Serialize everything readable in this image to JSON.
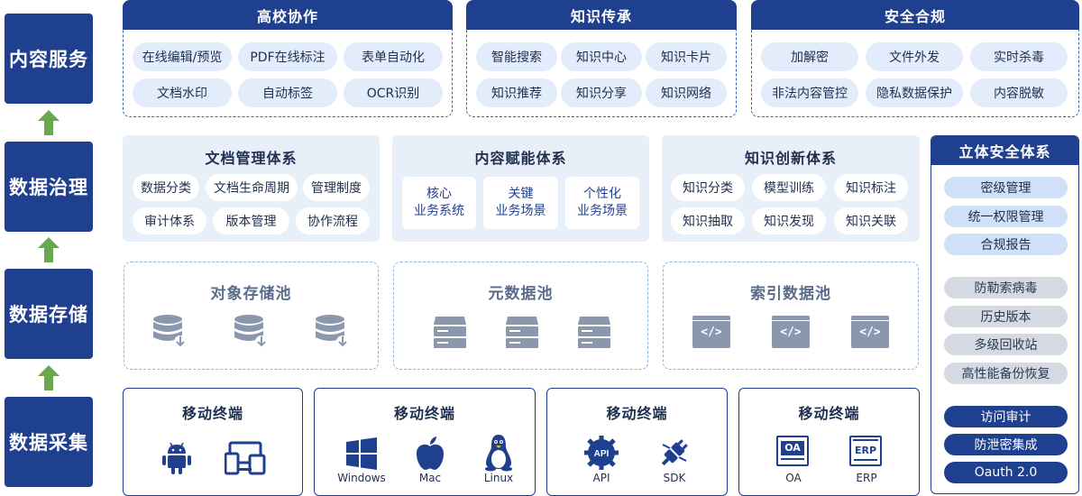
{
  "layers": {
    "content_service": "内容服务",
    "data_governance": "数据治理",
    "data_storage": "数据存储",
    "data_collection": "数据采集"
  },
  "top": {
    "collab": {
      "title": "高校协作",
      "items": [
        "在线编辑/预览",
        "PDF在线标注",
        "表单自动化",
        "文档水印",
        "自动标签",
        "OCR识别"
      ]
    },
    "knowledge": {
      "title": "知识传承",
      "items": [
        "智能搜索",
        "知识中心",
        "知识卡片",
        "知识推荐",
        "知识分享",
        "知识网络"
      ]
    },
    "compliance": {
      "title": "安全合规",
      "items": [
        "加解密",
        "文件外发",
        "实时杀毒",
        "非法内容管控",
        "隐私数据保护",
        "内容脱敏"
      ]
    }
  },
  "middle": {
    "doc_mgmt": {
      "title": "文档管理体系",
      "items": [
        "数据分类",
        "文档生命周期",
        "管理制度",
        "审计体系",
        "版本管理",
        "协作流程"
      ]
    },
    "enable": {
      "title": "内容赋能体系",
      "boxes": [
        [
          "核心",
          "业务系统"
        ],
        [
          "关键",
          "业务场景"
        ],
        [
          "个性化",
          "业务场景"
        ]
      ]
    },
    "innovation": {
      "title": "知识创新体系",
      "items": [
        "知识分类",
        "模型训练",
        "知识标注",
        "知识抽取",
        "知识发现",
        "知识关联"
      ]
    }
  },
  "storage": {
    "object_pool": "对象存储池",
    "metadata_pool": "元数据池",
    "index_pool": "索引数据池"
  },
  "terminals": [
    {
      "title": "移动终端",
      "labels": []
    },
    {
      "title": "移动终端",
      "labels": [
        "Windows",
        "Mac",
        "Linux"
      ]
    },
    {
      "title": "移动终端",
      "labels": [
        "API",
        "SDK"
      ]
    },
    {
      "title": "移动终端",
      "labels": [
        "OA",
        "ERP"
      ]
    }
  ],
  "icon_text": {
    "api": "API",
    "oa": "OA",
    "erp": "ERP",
    "code": "</>"
  },
  "security": {
    "title": "立体安全体系",
    "blue": [
      "密级管理",
      "统一权限管理",
      "合规报告"
    ],
    "gray": [
      "防勒索病毒",
      "历史版本",
      "多级回收站",
      "高性能备份恢复"
    ],
    "dark": [
      "访问审计",
      "防泄密集成",
      "Oauth 2.0"
    ]
  },
  "colors": {
    "primary": "#1f3f8f",
    "pill": "#e2ecfb",
    "panel_bg": "#e7eff9",
    "arrow": "#6aa84f",
    "icon": "#8a97ad",
    "gray_pill": "#d4d9e2"
  },
  "icons": [
    "up-arrow-icon",
    "database-icon",
    "server-icon",
    "code-window-icon",
    "android-icon",
    "devices-icon",
    "windows-icon",
    "apple-icon",
    "linux-icon",
    "api-icon",
    "plug-icon",
    "oa-icon",
    "erp-icon"
  ]
}
